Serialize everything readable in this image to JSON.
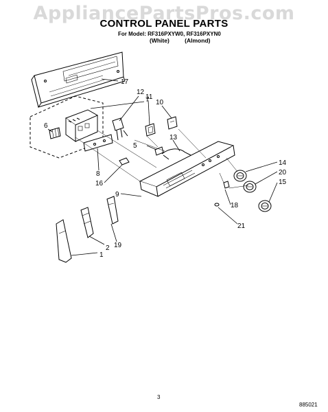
{
  "watermark": "AppliancePartsPros.com",
  "title": "CONTROL PANEL PARTS",
  "model_line": "For Model: RF316PXYW0, RF316PXYN0",
  "variants": [
    "(White)",
    "(Almond)"
  ],
  "page_number": "3",
  "doc_number": "885021",
  "callouts": {
    "c1": "1",
    "c2": "2",
    "c5": "5",
    "c6": "6",
    "c7": "7",
    "c8": "8",
    "c9": "9",
    "c10": "10",
    "c11": "11",
    "c12": "12",
    "c13": "13",
    "c14": "14",
    "c15": "15",
    "c16": "16",
    "c17": "17",
    "c18": "18",
    "c19": "19",
    "c20": "20",
    "c21": "21"
  }
}
